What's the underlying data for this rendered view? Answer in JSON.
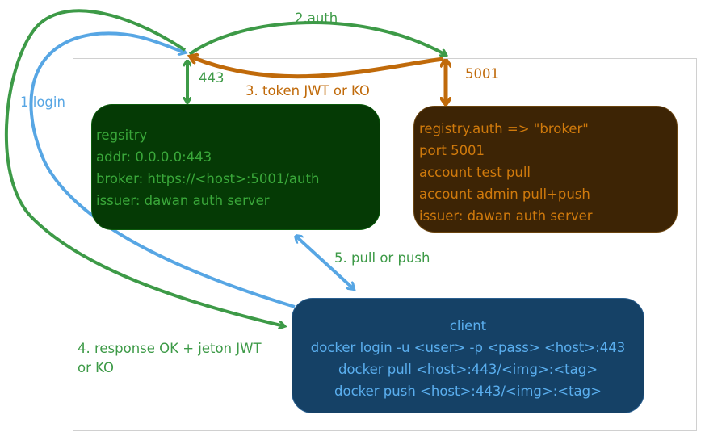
{
  "colors": {
    "green": "#3d9a47",
    "orange": "#c06a0a",
    "blue": "#57a6e4",
    "registry_fill": "#053a05",
    "auth_fill": "#3d2405",
    "client_fill": "#154166"
  },
  "registry_box": {
    "lines": [
      "regsitry",
      "addr: 0.0.0.0:443",
      "broker: https://<host>:5001/auth",
      "issuer: dawan auth server"
    ]
  },
  "auth_box": {
    "lines": [
      "registry.auth => \"broker\"",
      "port 5001",
      "account test pull",
      "account admin pull+push",
      "issuer: dawan auth server"
    ]
  },
  "client_box": {
    "lines": [
      "client",
      "docker login -u <user> -p <pass> <host>:443",
      "docker pull <host>:443/<img>:<tag>",
      "docker push <host>:443/<img>:<tag>"
    ]
  },
  "labels": {
    "login": "1.login",
    "auth": "2.auth",
    "token": "3. token JWT or KO",
    "response_line1": "4. response OK + jeton JWT",
    "response_line2": " or KO",
    "pull_push": "5. pull or push",
    "port_443": "443",
    "port_5001": "5001"
  }
}
